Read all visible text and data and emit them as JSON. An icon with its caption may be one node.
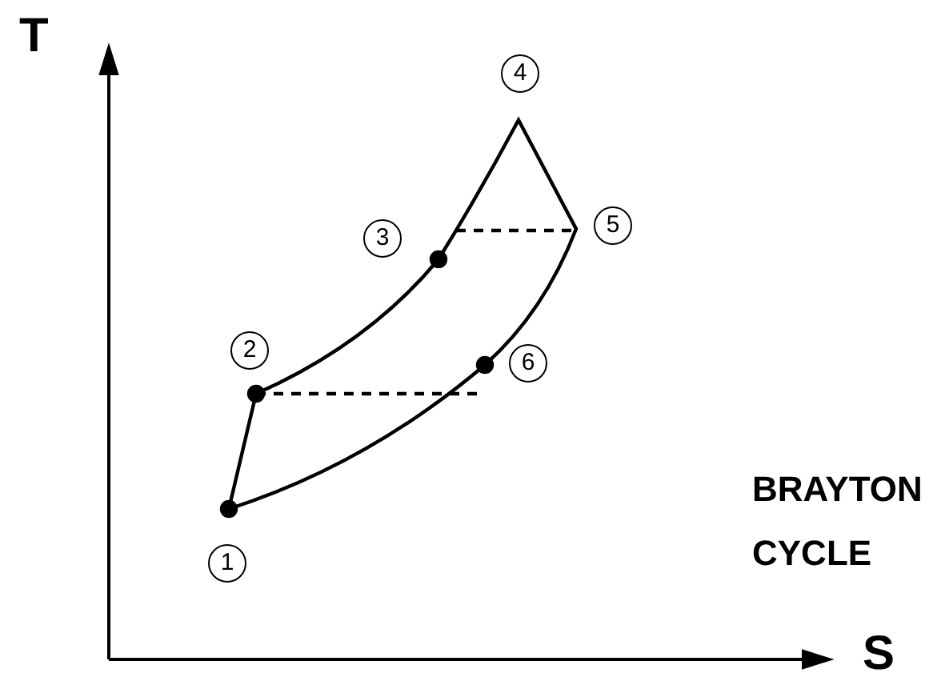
{
  "diagram": {
    "labels": [
      "T",
      "4",
      "3",
      "5",
      "2",
      "6",
      "1",
      "BRAYTON CYCLE",
      "S"
    ]
  }
}
